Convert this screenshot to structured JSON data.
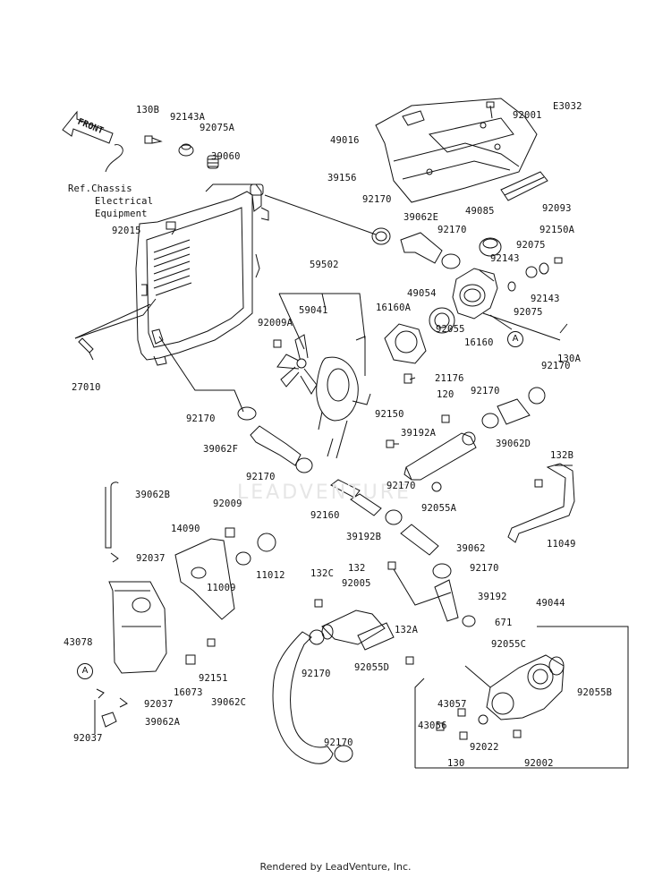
{
  "diagram_code": "E3032",
  "front_label": "FRONT",
  "reference": {
    "line1": "Ref.Chassis",
    "line2": "Electrical",
    "line3": "Equipment"
  },
  "callout_marker": "A",
  "watermark": "LEADVENTURE",
  "footer": "Rendered by LeadVenture, Inc.",
  "labels": [
    "130B",
    "92143A",
    "92075A",
    "39060",
    "92015",
    "27010",
    "92001",
    "49016",
    "39156",
    "92093",
    "92170",
    "39062E",
    "49085",
    "92170",
    "92150A",
    "92075",
    "92143",
    "92143",
    "92075",
    "130A",
    "59502",
    "59041",
    "92009A",
    "49054",
    "16160A",
    "92055",
    "16160",
    "21176",
    "92170",
    "92150",
    "39062F",
    "92170",
    "120",
    "92170",
    "39192A",
    "92170",
    "39062D",
    "132B",
    "92055A",
    "92170",
    "92160",
    "39192B",
    "39062B",
    "92009",
    "14090",
    "92037",
    "11012",
    "11009",
    "11049",
    "39062",
    "132",
    "92170",
    "132C",
    "92005",
    "39192",
    "49044",
    "671",
    "43078",
    "92151",
    "16073",
    "92170",
    "92055D",
    "132A",
    "92055C",
    "43057",
    "43056",
    "92055B",
    "92037",
    "39062A",
    "92037",
    "39062C",
    "92170",
    "130",
    "92022",
    "92002"
  ]
}
